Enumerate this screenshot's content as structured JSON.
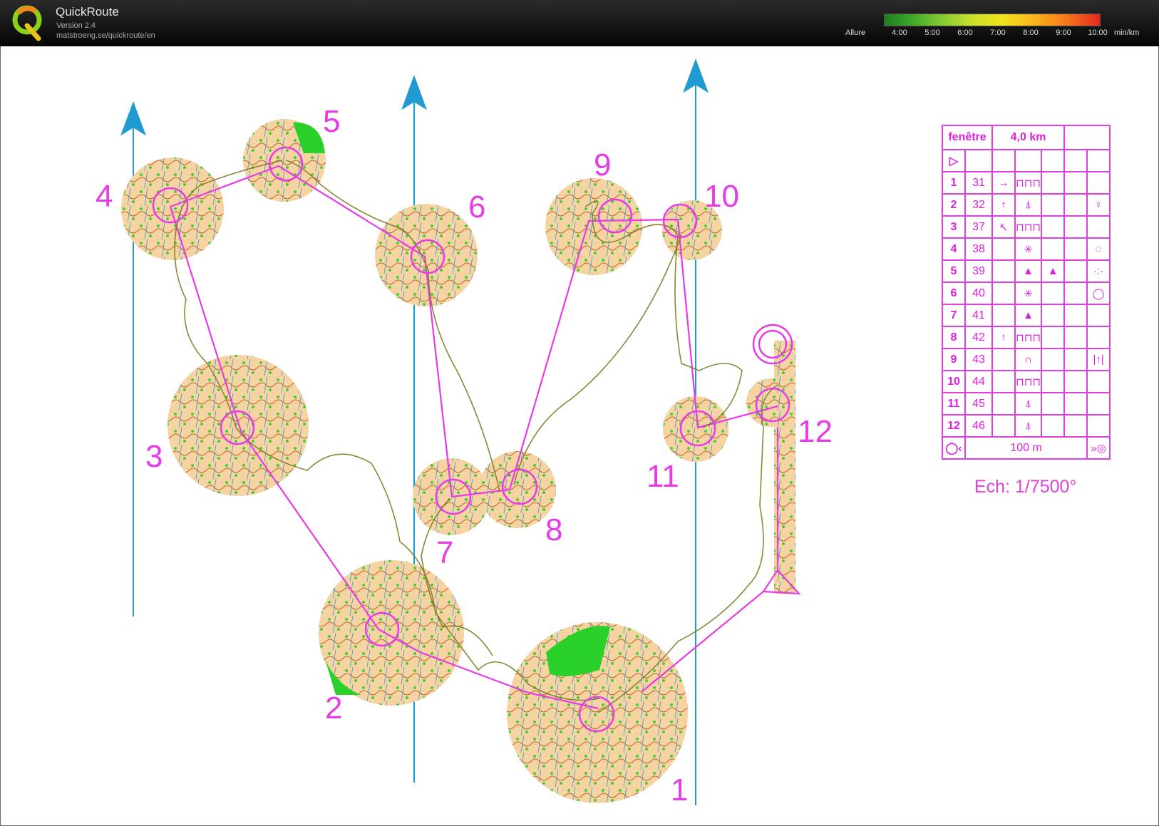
{
  "app": {
    "title": "QuickRoute",
    "version": "Version 2.4",
    "url": "matstroeng.se/quickroute/en"
  },
  "legend": {
    "label": "Allure",
    "ticks": [
      "4:00",
      "5:00",
      "6:00",
      "7:00",
      "8:00",
      "9:00",
      "10:00"
    ],
    "unit": "min/km"
  },
  "controls": [
    {
      "number": "1"
    },
    {
      "number": "2"
    },
    {
      "number": "3"
    },
    {
      "number": "4"
    },
    {
      "number": "5"
    },
    {
      "number": "6"
    },
    {
      "number": "7"
    },
    {
      "number": "8"
    },
    {
      "number": "9"
    },
    {
      "number": "10"
    },
    {
      "number": "11"
    },
    {
      "number": "12"
    }
  ],
  "description_sheet": {
    "event": "fenêtre",
    "length": "4,0 km",
    "rows": [
      {
        "num": "1",
        "code": "31",
        "c": "→",
        "d": "⊓⊓⊓",
        "e": "",
        "f": "",
        "g": ""
      },
      {
        "num": "2",
        "code": "32",
        "c": "↑",
        "d": "⍋",
        "e": "",
        "f": "",
        "g": "♀"
      },
      {
        "num": "3",
        "code": "37",
        "c": "↖",
        "d": "⊓⊓⊓",
        "e": "",
        "f": "",
        "g": ""
      },
      {
        "num": "4",
        "code": "38",
        "c": "",
        "d": "✳",
        "e": "",
        "f": "",
        "g": "◌"
      },
      {
        "num": "5",
        "code": "39",
        "c": "",
        "d": "▲",
        "e": "▲",
        "f": "",
        "g": "·:·"
      },
      {
        "num": "6",
        "code": "40",
        "c": "",
        "d": "✳",
        "e": "",
        "f": "",
        "g": "◯"
      },
      {
        "num": "7",
        "code": "41",
        "c": "",
        "d": "▲",
        "e": "",
        "f": "",
        "g": ""
      },
      {
        "num": "8",
        "code": "42",
        "c": "↑",
        "d": "⊓⊓⊓",
        "e": "",
        "f": "",
        "g": ""
      },
      {
        "num": "9",
        "code": "43",
        "c": "",
        "d": "∩",
        "e": "",
        "f": "",
        "g": "|↑|"
      },
      {
        "num": "10",
        "code": "44",
        "c": "",
        "d": "⊓⊓⊓",
        "e": "",
        "f": "",
        "g": ""
      },
      {
        "num": "11",
        "code": "45",
        "c": "",
        "d": "⍋",
        "e": "",
        "f": "",
        "g": ""
      },
      {
        "num": "12",
        "code": "46",
        "c": "",
        "d": "⍋",
        "e": "",
        "f": "",
        "g": ""
      }
    ],
    "finish": "100 m"
  },
  "scale": "Ech: 1/7500°",
  "colors": {
    "control_magenta": "#e63be6",
    "north_line": "#1f9bd1",
    "route_track": "#8a8a2a",
    "map_base": "#f7d6a8",
    "forest_green": "#2ad12a"
  }
}
